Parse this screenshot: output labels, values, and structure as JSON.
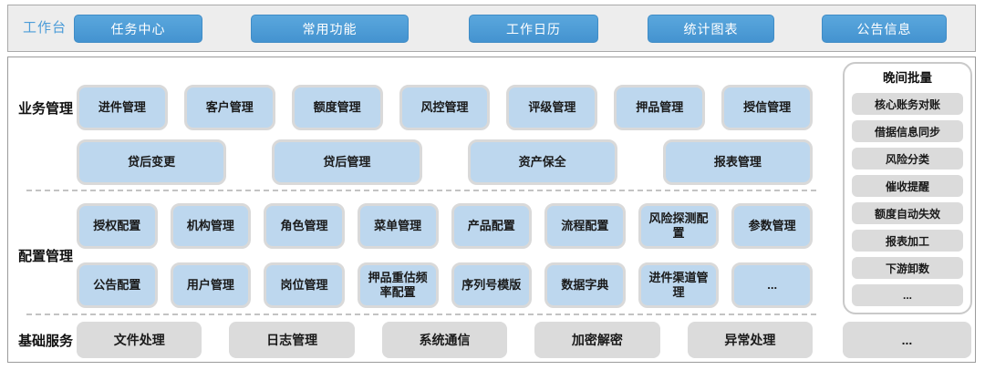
{
  "workbench": {
    "label": "工作台",
    "buttons": [
      "任务中心",
      "常用功能",
      "工作日历",
      "统计图表",
      "公告信息"
    ]
  },
  "sections": {
    "business": {
      "label": "业务管理",
      "row1": [
        "进件管理",
        "客户管理",
        "额度管理",
        "风控管理",
        "评级管理",
        "押品管理",
        "授信管理"
      ],
      "row2": [
        "贷后变更",
        "贷后管理",
        "资产保全",
        "报表管理"
      ]
    },
    "config": {
      "label": "配置管理",
      "row1": [
        "授权配置",
        "机构管理",
        "角色管理",
        "菜单管理",
        "产品配置",
        "流程配置",
        "风险探测配置",
        "参数管理"
      ],
      "row2": [
        "公告配置",
        "用户管理",
        "岗位管理",
        "押品重估频率配置",
        "序列号模版",
        "数据字典",
        "进件渠道管理",
        "..."
      ]
    },
    "base": {
      "label": "基础服务",
      "row1": [
        "文件处理",
        "日志管理",
        "系统通信",
        "加密解密",
        "异常处理"
      ],
      "more": "..."
    },
    "night_batch": {
      "title": "晚间批量",
      "items": [
        "核心账务对账",
        "借据信息同步",
        "风险分类",
        "催收提醒",
        "额度自动失效",
        "报表加工",
        "下游卸数",
        "..."
      ]
    }
  },
  "colors": {
    "accent_blue": "#4B9CD8",
    "module_light_blue": "#BDD7EE",
    "module_border_gray": "#D9D9D9",
    "service_gray": "#DBDBDB",
    "bar_background": "#EDEDED"
  }
}
